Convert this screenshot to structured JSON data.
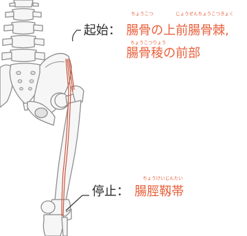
{
  "colors": {
    "bone_fill": "#f6f6f6",
    "bone_stroke": "#8c8c8c",
    "muscle": "#c8553d",
    "label_black": "#2b2b2b",
    "label_accent": "#e8603c",
    "leader_line": "#333333"
  },
  "origin": {
    "prefix": "起始：",
    "line1": "腸骨の上前腸骨棘,",
    "line2": "腸骨稜の前部",
    "ruby1a": "ちょうこつ",
    "ruby1b": "じょうぜんちょうこつきょく",
    "ruby2": "ちょうこつりょう"
  },
  "insertion": {
    "prefix": "停止：",
    "line1": "腸脛靱帯",
    "ruby1": "ちょうけいじんたい"
  }
}
